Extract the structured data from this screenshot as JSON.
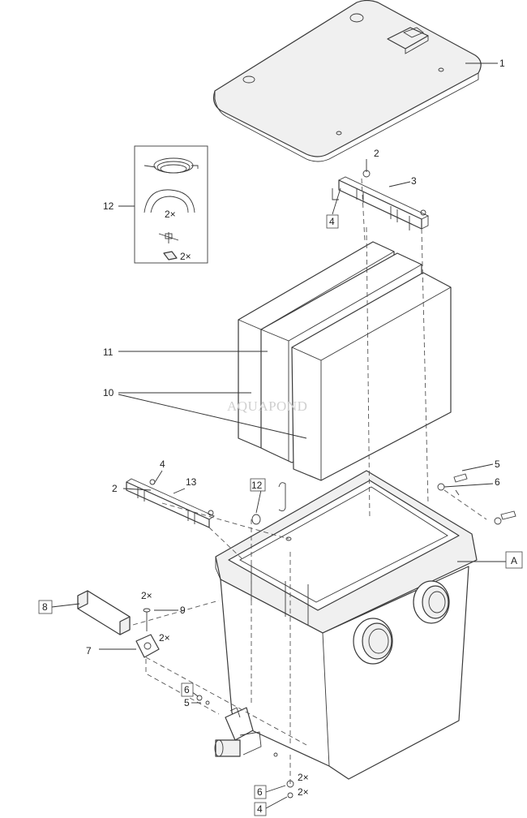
{
  "watermark": "AQUAPOND",
  "callouts": {
    "c1": "1",
    "c2a": "2",
    "c3": "3",
    "c4a": "4",
    "c12a": "12",
    "c11": "11",
    "c10": "10",
    "c4b": "4",
    "c2b": "2",
    "c13": "13",
    "c12b": "12",
    "c5a": "5",
    "c6a": "6",
    "cA": "A",
    "c8": "8",
    "c9": "9",
    "c7": "7",
    "c6b": "6",
    "c5b": "5",
    "c6c": "6",
    "c4c": "4"
  },
  "quantities": {
    "kit_hose": "2×",
    "kit_fitting": "2×",
    "screw9": "2×",
    "clamp7": "2×",
    "bottom1": "2×",
    "bottom2": "2×"
  }
}
